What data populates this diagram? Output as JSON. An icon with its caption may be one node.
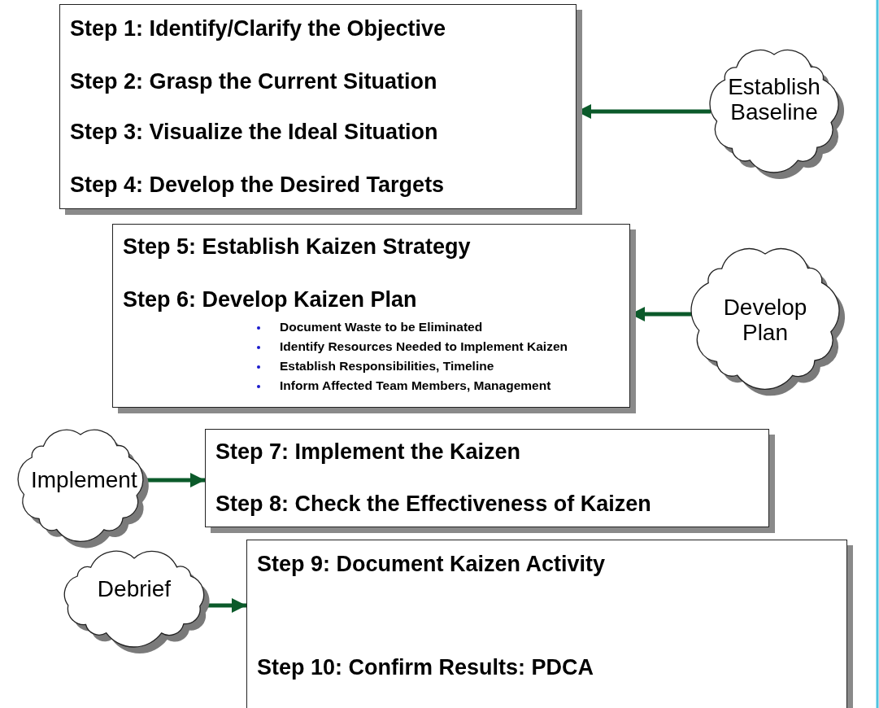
{
  "diagram": {
    "nodes": [
      {
        "text": [
          "Step 1: Identify/Clarify the Objective",
          "Step 2: Grasp the Current Situation",
          "Step 3: Visualize the Ideal Situation",
          "Step 4: Develop the Desired Targets"
        ]
      },
      {
        "text": [
          "Establish Baseline"
        ]
      },
      {
        "text": [
          "Step 5: Establish Kaizen Strategy",
          "Step 6: Develop Kaizen Plan",
          "Document Waste to be Eliminated",
          "Identify Resources Needed to Implement Kaizen",
          "Establish Responsibilities, Timeline",
          "Inform Affected Team Members, Management"
        ]
      },
      {
        "text": [
          "Develop Plan"
        ]
      },
      {
        "text": [
          "Implement"
        ]
      },
      {
        "text": [
          "Step 7: Implement the Kaizen",
          "Step 8: Check the Effectiveness of Kaizen"
        ]
      },
      {
        "text": [
          "Debrief"
        ]
      },
      {
        "text": [
          "Step 9: Document Kaizen Activity",
          "Step 10: Confirm Results: PDCA"
        ]
      }
    ],
    "edges": [
      {
        "from": 1,
        "to": 0,
        "arrow": "to",
        "color": "#0b5a2a"
      },
      {
        "from": 3,
        "to": 2,
        "arrow": "to",
        "color": "#0b5a2a"
      },
      {
        "from": 4,
        "to": 5,
        "arrow": "to",
        "color": "#0b5a2a"
      },
      {
        "from": 6,
        "to": 7,
        "arrow": "to",
        "color": "#0b5a2a"
      }
    ]
  }
}
